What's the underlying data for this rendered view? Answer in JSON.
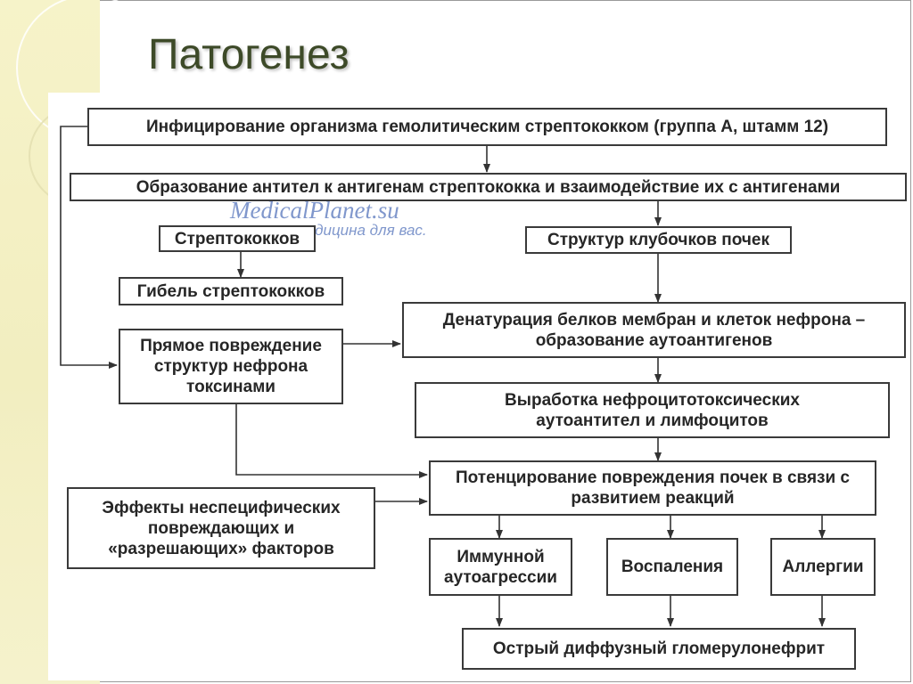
{
  "slide": {
    "title": "Патогенез"
  },
  "watermark": {
    "site": "MedicalPlanet.su",
    "tagline": "– медицина для вас."
  },
  "flowchart": {
    "nodes": {
      "infection": "Инфицирование организма гемолитическим стрептококком (группа А, штамм 12)",
      "antibodies": "Образование антител к антигенам стрептококка и взаимодействие их с антигенами",
      "streptococci": "Стрептококков",
      "glomeruli_structures": "Структур клубочков почек",
      "strep_death": "Гибель стрептококков",
      "denaturation": "Денатурация белков мембран и клеток нефрона – образование аутоантигенов",
      "direct_damage": "Прямое повреждение структур нефрона токсинами",
      "autoantibodies": "Выработка нефроцитотоксических аутоантител и лимфоцитов",
      "potentiation": "Потенцирование повреждения почек в связи с развитием реакций",
      "nonspecific_effects": "Эффекты неспецифических повреждающих и «разрешающих» факторов",
      "immune": "Иммунной аутоагрессии",
      "inflammation": "Воспаления",
      "allergy": "Аллергии",
      "result": "Острый диффузный гломерулонефрит"
    }
  }
}
